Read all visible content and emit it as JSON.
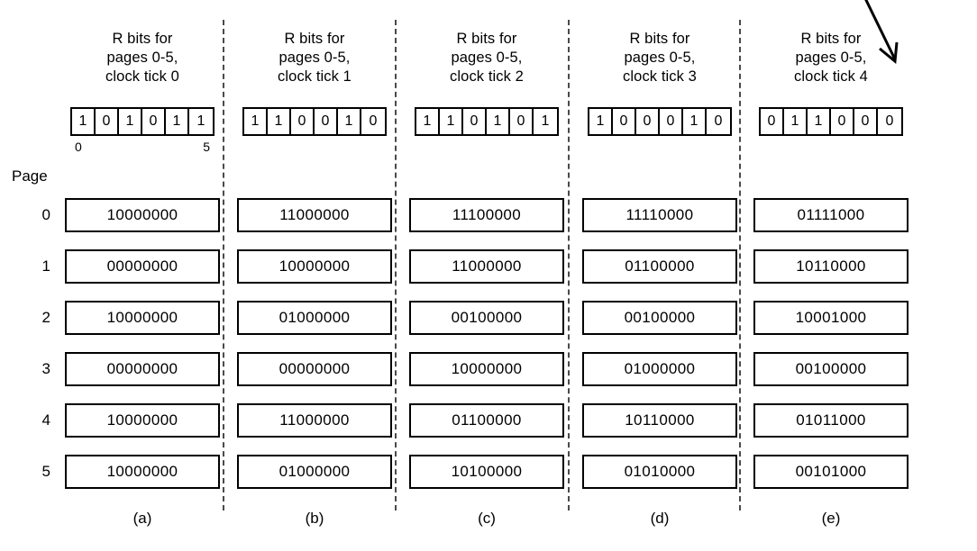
{
  "figure": {
    "page_axis_label": "Page",
    "page_numbers": [
      "0",
      "1",
      "2",
      "3",
      "4",
      "5"
    ],
    "rbit_axis": {
      "start": "0",
      "end": "5"
    },
    "arrow": {
      "name": "down-right-arrow",
      "color": "#000000"
    },
    "colors": {
      "ink": "#000000",
      "divider": "#4a4a4a",
      "background": "#ffffff"
    }
  },
  "columns": [
    {
      "caption": "(a)",
      "header": [
        "R bits for",
        "pages 0-5,",
        "clock tick 0"
      ],
      "clock_tick": "0",
      "rbits": [
        "1",
        "0",
        "1",
        "0",
        "1",
        "1"
      ],
      "words": [
        "10000000",
        "00000000",
        "10000000",
        "00000000",
        "10000000",
        "10000000"
      ]
    },
    {
      "caption": "(b)",
      "header": [
        "R bits for",
        "pages 0-5,",
        "clock tick 1"
      ],
      "clock_tick": "1",
      "rbits": [
        "1",
        "1",
        "0",
        "0",
        "1",
        "0"
      ],
      "words": [
        "11000000",
        "10000000",
        "01000000",
        "00000000",
        "11000000",
        "01000000"
      ]
    },
    {
      "caption": "(c)",
      "header": [
        "R bits for",
        "pages 0-5,",
        "clock tick 2"
      ],
      "clock_tick": "2",
      "rbits": [
        "1",
        "1",
        "0",
        "1",
        "0",
        "1"
      ],
      "words": [
        "11100000",
        "11000000",
        "00100000",
        "10000000",
        "01100000",
        "10100000"
      ]
    },
    {
      "caption": "(d)",
      "header": [
        "R bits for",
        "pages 0-5,",
        "clock tick 3"
      ],
      "clock_tick": "3",
      "rbits": [
        "1",
        "0",
        "0",
        "0",
        "1",
        "0"
      ],
      "words": [
        "11110000",
        "01100000",
        "00100000",
        "01000000",
        "10110000",
        "01010000"
      ]
    },
    {
      "caption": "(e)",
      "header": [
        "R bits for",
        "pages 0-5,",
        "clock tick 4"
      ],
      "clock_tick": "4",
      "rbits": [
        "0",
        "1",
        "1",
        "0",
        "0",
        "0"
      ],
      "words": [
        "01111000",
        "10110000",
        "10001000",
        "00100000",
        "01011000",
        "00101000"
      ]
    }
  ]
}
